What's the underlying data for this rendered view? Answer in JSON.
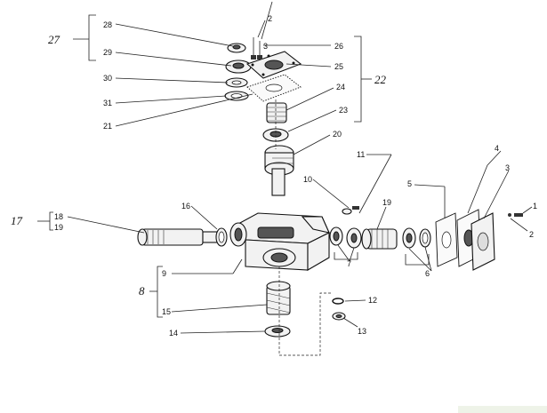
{
  "labels": {
    "l1": "1",
    "l2a": "2",
    "l2b": "2",
    "l3a": "3",
    "l3b": "3",
    "l4": "4",
    "l5": "5",
    "l6": "6",
    "l7": "7",
    "l8": "8",
    "l9": "9",
    "l10": "10",
    "l11": "11",
    "l12": "12",
    "l13": "13",
    "l14": "14",
    "l15": "15",
    "l16": "16",
    "l17": "17",
    "l18": "18",
    "l19a": "19",
    "l19b": "19",
    "l20": "20",
    "l21": "21",
    "l22": "22",
    "l23": "23",
    "l24": "24",
    "l25": "25",
    "l26": "26",
    "l27": "27",
    "l28": "28",
    "l29": "29",
    "l30": "30",
    "l31": "31"
  }
}
